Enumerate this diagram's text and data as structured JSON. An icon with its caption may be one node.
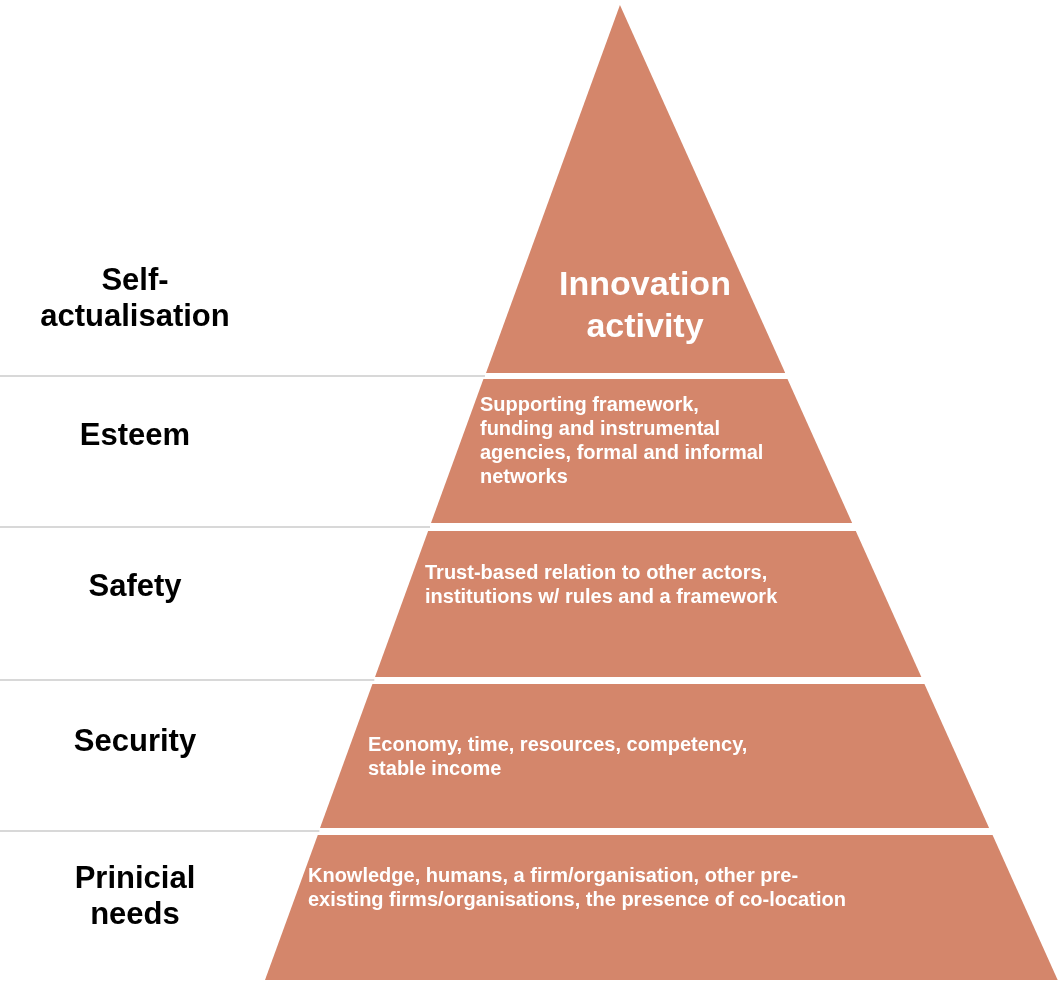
{
  "diagram": {
    "nodes": [
      {
        "text": [
          "Innovation activity"
        ]
      },
      {
        "text": [
          "Supporting framework, funding and instrumental agencies, formal and informal networks"
        ]
      },
      {
        "text": [
          "Trust-based relation to other actors, institutions w/ rules and a framework"
        ]
      },
      {
        "text": [
          "Economy, time, resources, competency, stable income"
        ]
      },
      {
        "text": [
          "Knowledge, humans, a firm/organisation, other pre-existing firms/organisations, the presence of co-location"
        ]
      }
    ],
    "labels": [
      "Self-actualisation",
      "Esteem",
      "Safety",
      "Security",
      "Prinicial needs"
    ]
  }
}
